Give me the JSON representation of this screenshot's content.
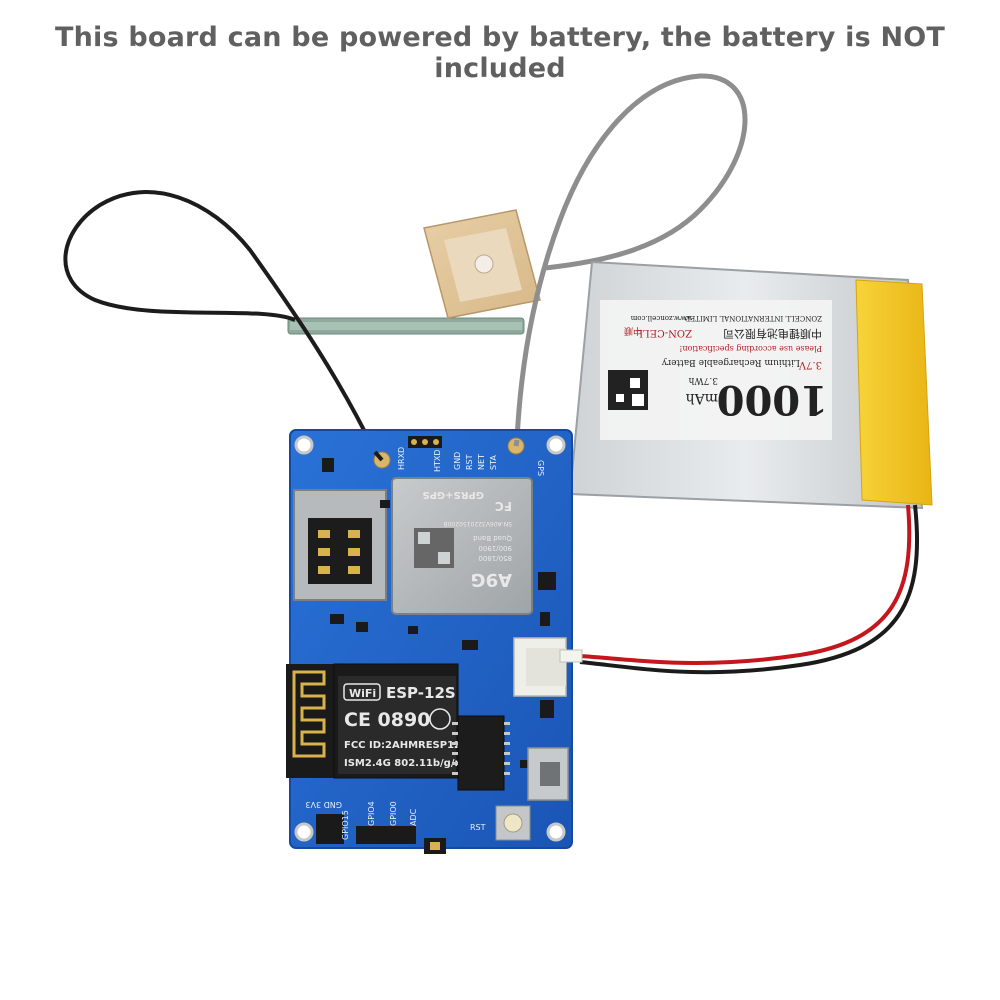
{
  "caption": "This board can be powered by battery, the battery is NOT included",
  "esp_module": {
    "wifi_badge": "WiFi",
    "model": "ESP-12S",
    "ce_number": "CE 0890",
    "fcc_id": "FCC ID:2AHMRESP12S",
    "spec": "ISM2.4G   802.11b/g/n"
  },
  "a9g_module": {
    "model": "A9G",
    "bands": "850/1800",
    "bands2": "900/1900",
    "quad": "Quad Band",
    "sn": "SN:A06V3220150200B",
    "function": "GPRS+GPS",
    "fc_mark": "FC"
  },
  "battery": {
    "capacity": "1000",
    "unit": "mAh",
    "energy": "3.7Wh",
    "voltage": "3.7V",
    "type": "Lithium Rechargeable Battery",
    "note": "Please use according specification!",
    "brand": "ZON-CELL",
    "company": "ZONCELL INTERNATIONAL LIMITED",
    "website": "www.zoncell.com",
    "chinese_name": "中顺锂电池有限公司",
    "logo_text": "中顺"
  },
  "board_labels": {
    "rst": "RST",
    "gnd_3v3": "GND 3V3",
    "gpio15": "GPIO15",
    "gpio4": "GPIO4",
    "gpio0": "GPIO0",
    "adc": "ADC",
    "gps": "GPS",
    "hrxd": "HRXD",
    "htxd": "HTXD",
    "gnd": "GND",
    "rst_pin": "RST",
    "net": "NET",
    "sta": "STA"
  },
  "colors": {
    "pcb": "#1f63c8",
    "background": "#ffffff",
    "battery_tape": "#f3c51c",
    "cable_red": "#c4161c"
  }
}
